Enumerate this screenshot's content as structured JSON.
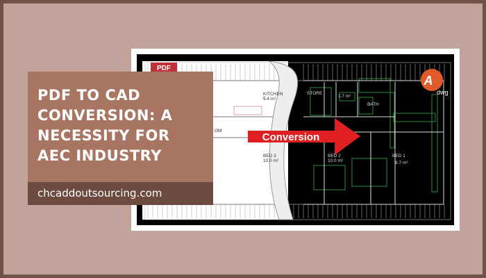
{
  "title_lines": [
    "PDF TO CAD",
    "CONVERSION: A",
    "NECESSITY FOR",
    "AEC INDUSTRY"
  ],
  "website": "chcaddoutsourcing.com",
  "image": {
    "pdf_badge": "PDF",
    "arrow_label": "Conversion",
    "logo_text": "dwg",
    "rooms": {
      "kitchen": "KITCHEN",
      "kitchen_area": "5.4 m²",
      "store": "STORE",
      "wc_area": "1.7 m²",
      "bath": "BATH",
      "bed3": "BED 3",
      "bed3_area": "10.0 m²",
      "bed2": "BED 2",
      "bed2_area": "10.0 m²",
      "bed1": "BED 1",
      "bed1_area": "9.7 m²",
      "room_fragment": "OM"
    }
  },
  "colors": {
    "background": "#c2a39b",
    "title_box": "#a87562",
    "url_bar": "#6d4b40",
    "arrow": "#e02020"
  }
}
